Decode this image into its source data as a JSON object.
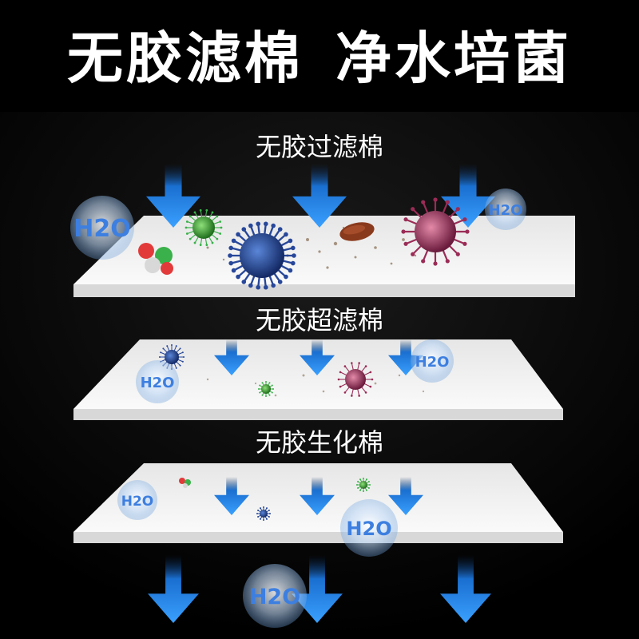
{
  "headline": {
    "part1": "无胶滤棉",
    "part2": "净水培菌"
  },
  "layers": [
    {
      "label": "无胶过滤棉"
    },
    {
      "label": "无胶超滤棉"
    },
    {
      "label": "无胶生化棉"
    }
  ],
  "molecule_label": "H2O",
  "colors": {
    "background": "#000000",
    "text": "#ffffff",
    "arrow": "#2a8cf0",
    "sheet": "#f2f2f2",
    "bubble": "#6a9ed8",
    "bacteria_blue": "#1e3f8a",
    "bacteria_green": "#2d9a2a",
    "virus_pink": "#a8305e",
    "debris_brown": "#8a3a1c"
  }
}
